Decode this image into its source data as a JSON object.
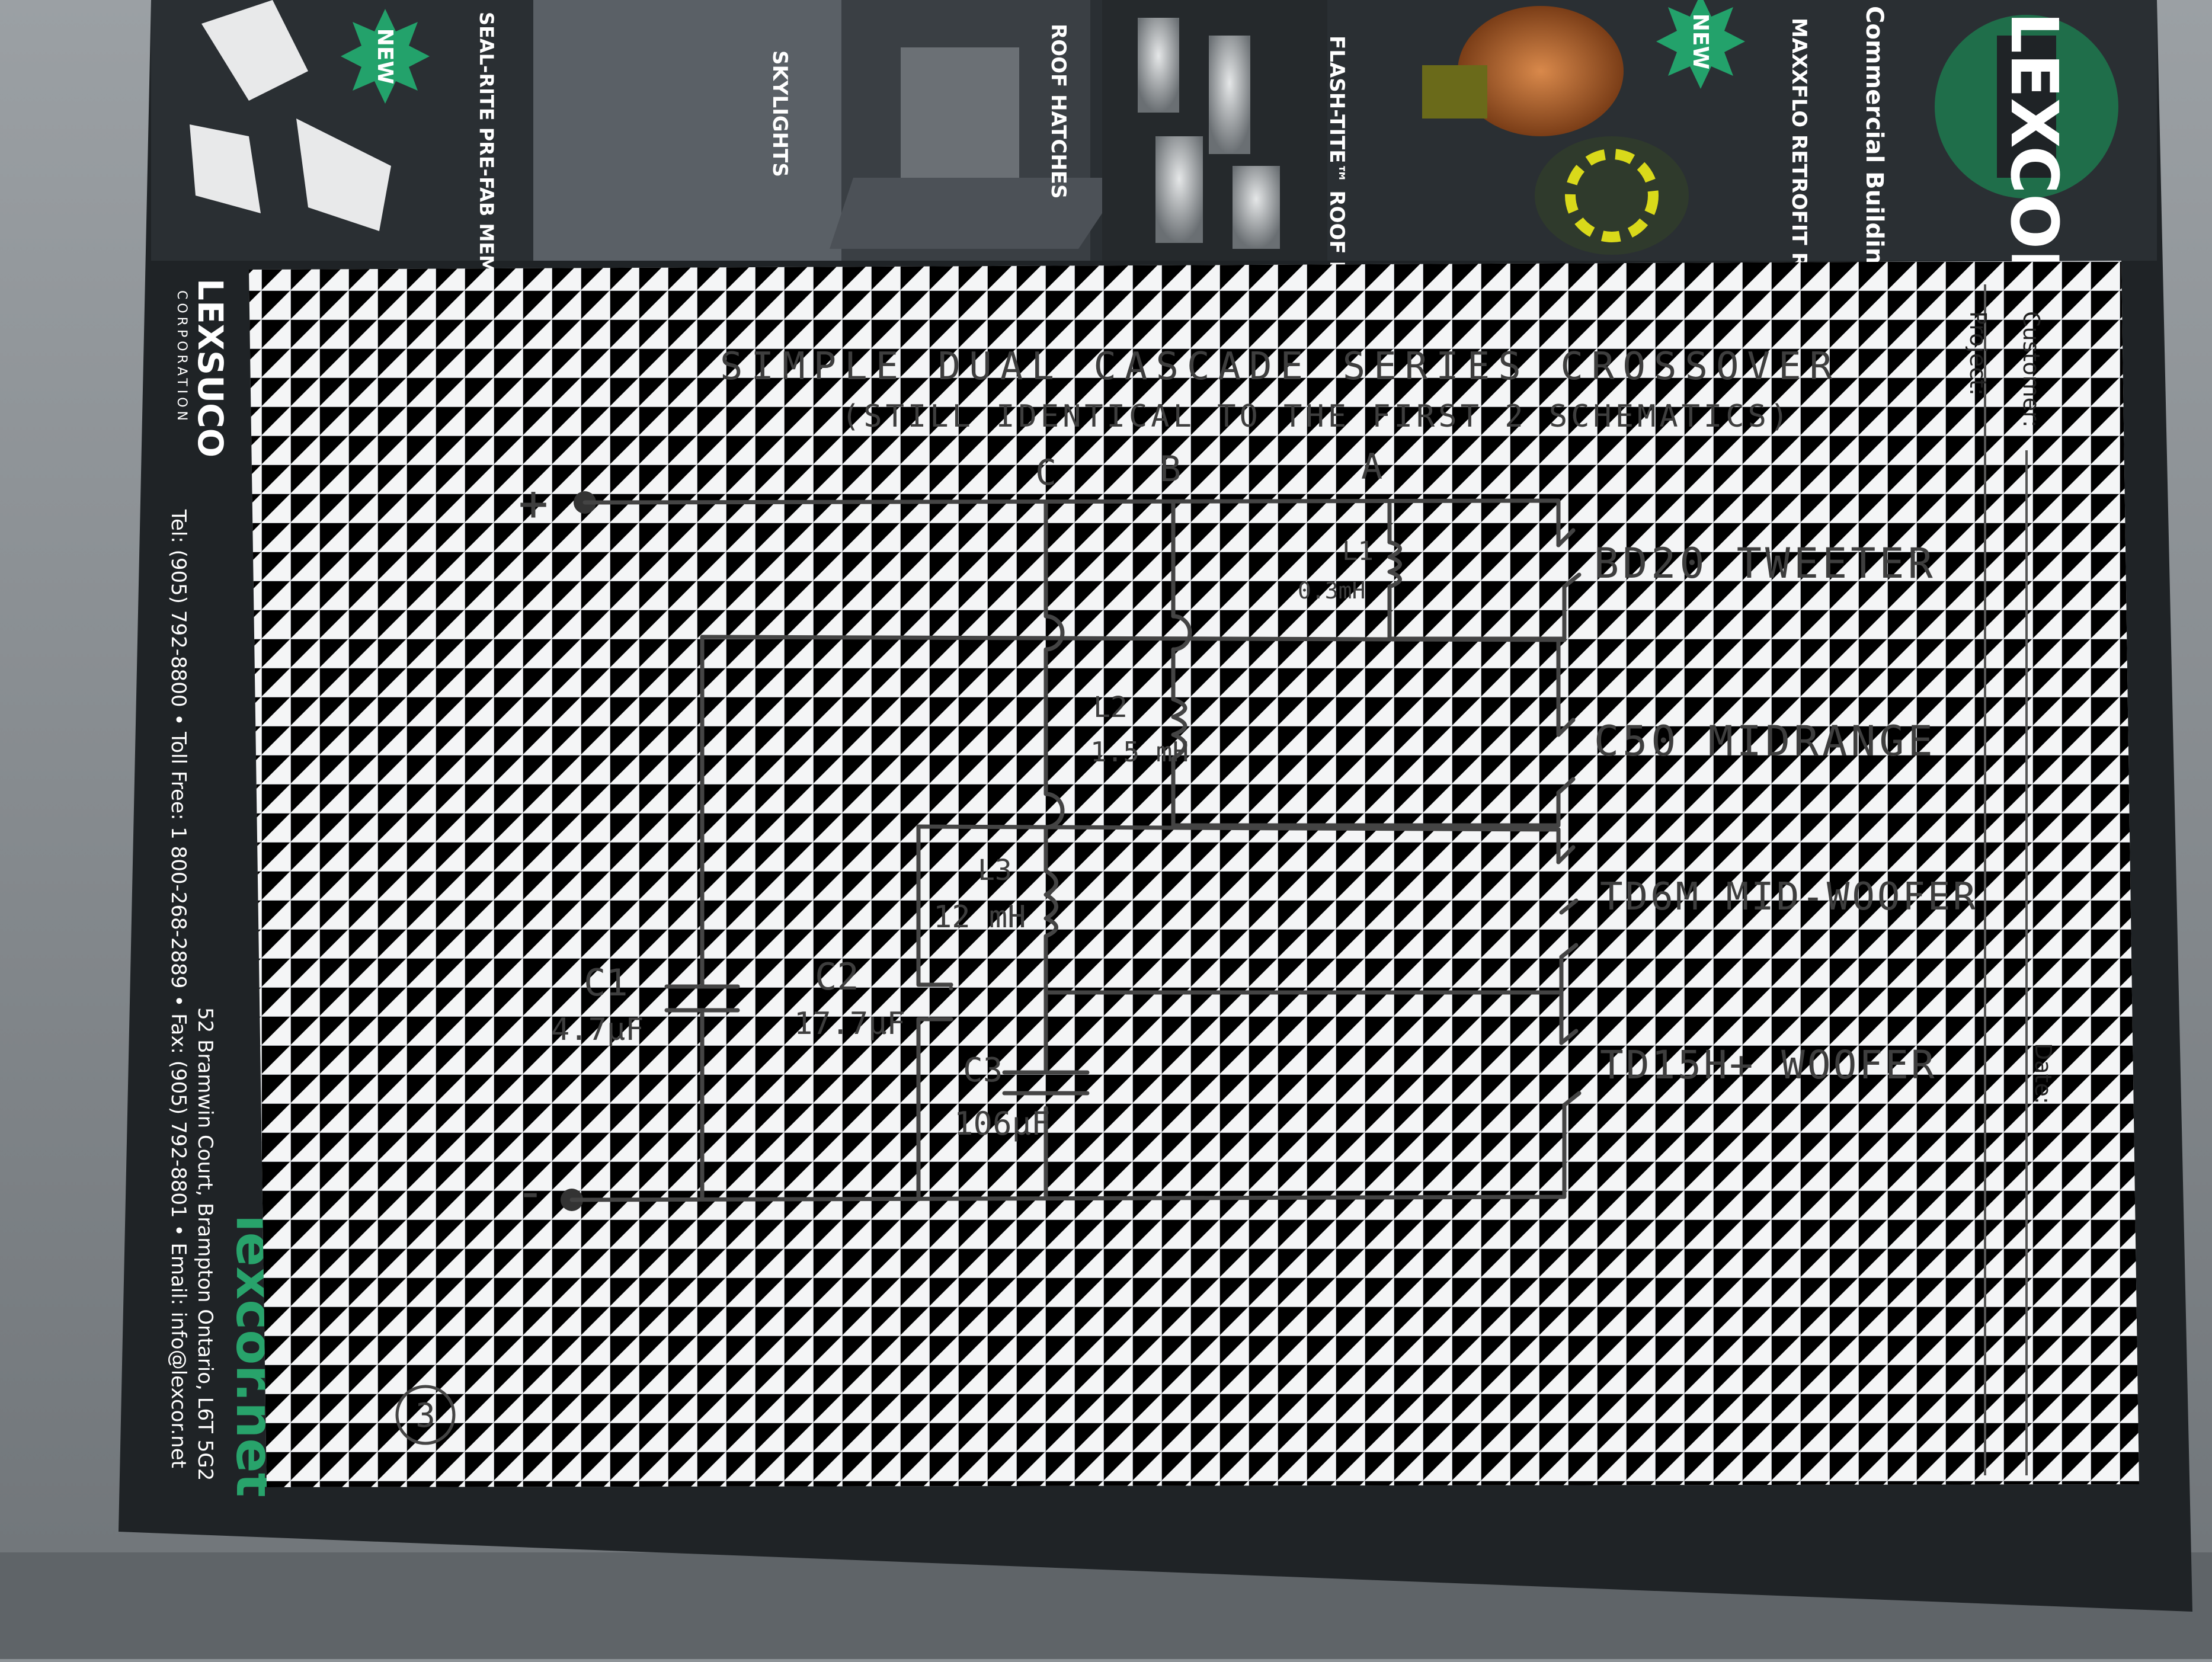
{
  "brand": {
    "name": "LEXCOR",
    "tagline": "Commercial Building Products",
    "url": "lexcor.net",
    "sister_company": "LEXSUCO",
    "sister_suffix": "CORPORATION",
    "address": "52 Bramwin Court, Brampton Ontario, L6T 5G2",
    "contact": "Tel: (905) 792-8800  •  Toll Free: 1 800-268-2889  •  Fax: (905) 792-8801  •  Email: info@lexcor.net"
  },
  "product_panels": [
    {
      "label": "MAXXFLO RETROFIT ROOF DRAIN SEAL",
      "badge": "NEW"
    },
    {
      "label": "FLASH-TITE™ ROOF FLASHINGS"
    },
    {
      "label": "ROOF HATCHES"
    },
    {
      "label": "SKYLIGHTS"
    },
    {
      "label": "SEAL-RITE PRE-FAB MEMBRANE FLASHINGS",
      "badge": "NEW"
    }
  ],
  "form": {
    "customer_label": "Customer:",
    "project_label": "Project:",
    "date_label": "Date:"
  },
  "sheet": {
    "title": "SIMPLE DUAL CASCADE SERIES CROSSOVER",
    "subtitle": "(STILL IDENTICAL TO THE FIRST 2 SCHEMATICS)",
    "page_number": "3"
  },
  "schematic": {
    "terminals": {
      "positive": "+",
      "negative": "-"
    },
    "nodes": [
      "C",
      "B",
      "A"
    ],
    "drivers": [
      {
        "name": "BD20 TWEETER"
      },
      {
        "name": "C50 MIDRANGE"
      },
      {
        "name": "TD6M MID-WOOFER"
      },
      {
        "name": "TD15H+ WOOFER"
      }
    ],
    "components": [
      {
        "ref": "L1",
        "value": "0.3mH"
      },
      {
        "ref": "L2",
        "value": "1.5 mH"
      },
      {
        "ref": "L3",
        "value": "12 mH"
      },
      {
        "ref": "C1",
        "value": "4.7μF"
      },
      {
        "ref": "C2",
        "value": "17.7μF"
      },
      {
        "ref": "C3",
        "value": "106μF"
      }
    ]
  },
  "colors": {
    "brand_green": "#1f6e4a",
    "ink": "#444444",
    "paper": "#f4f5f6",
    "grid": "#b9bcc2",
    "brochure_dark": "#1f2326"
  }
}
